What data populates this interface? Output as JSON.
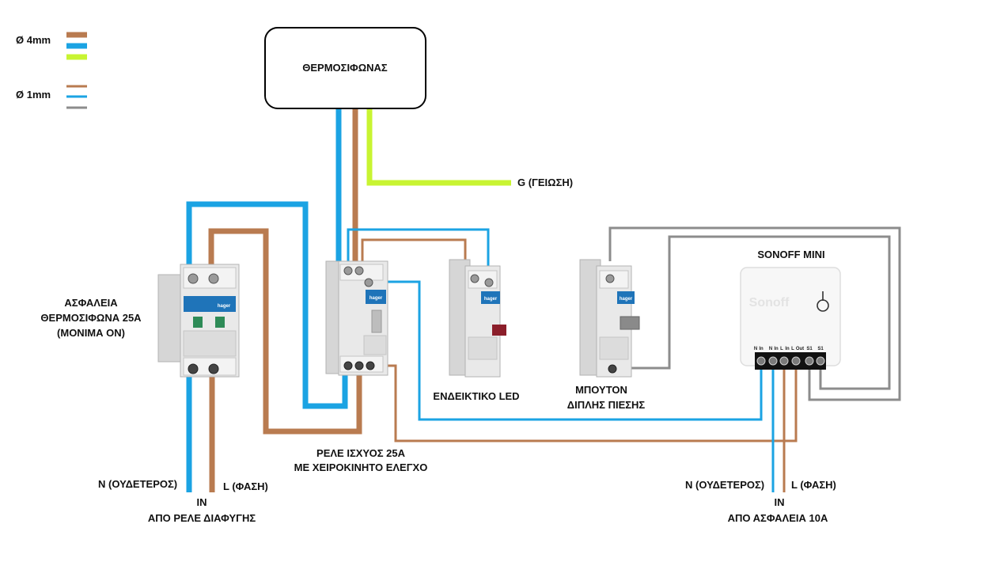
{
  "colors": {
    "phase": "#b97b50",
    "neutral": "#1ba3e3",
    "ground": "#c8f432",
    "control": "#8c8c8c"
  },
  "legend": {
    "thick_label": "Ø 4mm",
    "thin_label": "Ø 1mm"
  },
  "heater": {
    "label": "ΘΕΡΜΟΣΙΦΩΝΑΣ"
  },
  "ground_label": "G (ΓΕΙΩΣΗ)",
  "breaker": {
    "label_lines": [
      "ΑΣΦΑΛΕΙΑ",
      "ΘΕΡΜΟΣΙΦΩΝΑ 25Α",
      "(ΜΟΝΙΜΑ ON)"
    ],
    "brand": "hager"
  },
  "relay": {
    "label_lines": [
      "ΡΕΛΕ ΙΣΧΥΟΣ 25Α",
      "ΜΕ ΧΕΙΡΟΚΙΝΗΤΟ ΕΛΕΓΧΟ"
    ],
    "brand": "hager"
  },
  "led": {
    "label": "ΕΝΔΕΙΚΤΙΚΟ LED",
    "brand": "hager"
  },
  "button": {
    "label_lines": [
      "ΜΠΟΥΤΟΝ",
      "ΔΙΠΛΗΣ ΠΙΕΣΗΣ"
    ],
    "brand": "hager"
  },
  "sonoff": {
    "label": "SONOFF MINI",
    "logo": "Sonoff",
    "terminals": [
      "N",
      "In",
      "N",
      "In",
      "L",
      "In",
      "L",
      "Out",
      "S1",
      "S1"
    ]
  },
  "input_left": {
    "neutral_label": "N (ΟΥΔΕΤΕΡΟΣ)",
    "phase_label": "L (ΦΑΣΗ)",
    "in_label": "IN",
    "source_label": "ΑΠΟ ΡΕΛΕ ΔΙΑΦΥΓΗΣ"
  },
  "input_right": {
    "neutral_label": "N (ΟΥΔΕΤΕΡΟΣ)",
    "phase_label": "L (ΦΑΣΗ)",
    "in_label": "IN",
    "source_label": "ΑΠΟ ΑΣΦΑΛΕΙΑ 10Α"
  }
}
